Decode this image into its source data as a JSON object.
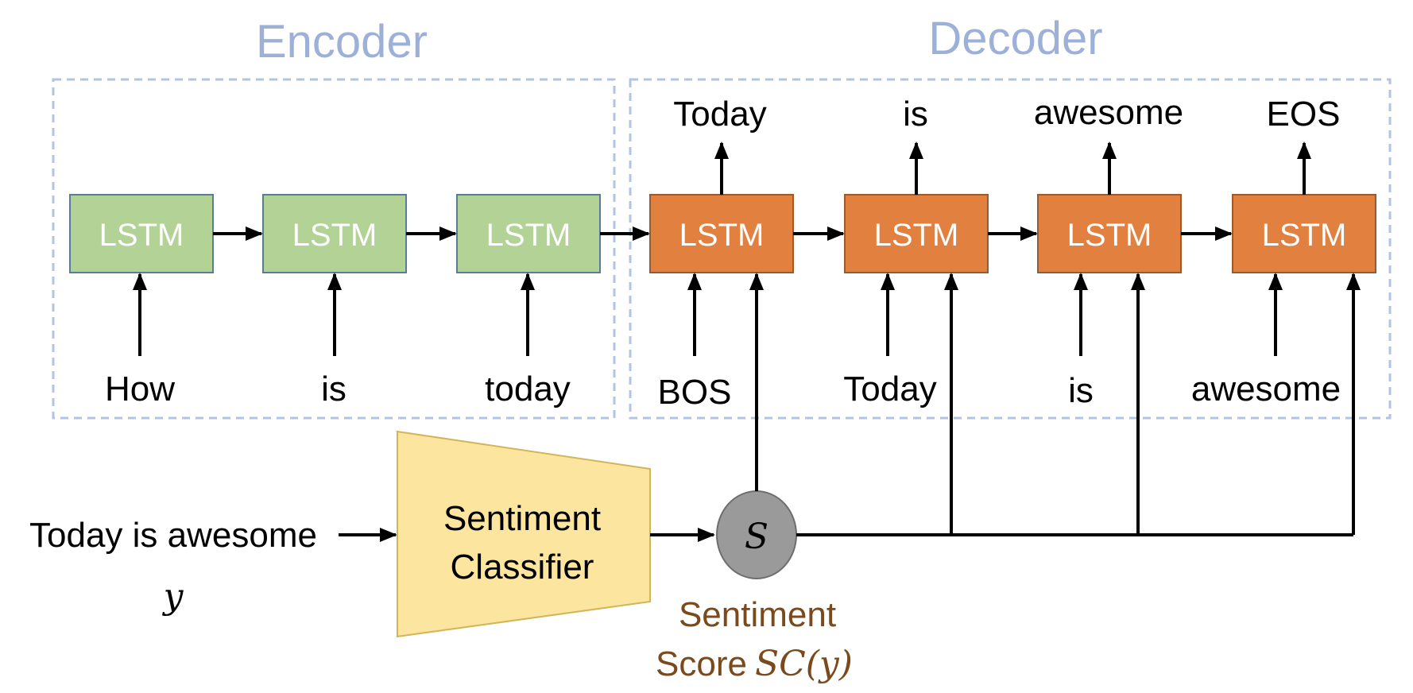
{
  "encoder": {
    "title": "Encoder",
    "cells": [
      "LSTM",
      "LSTM",
      "LSTM"
    ],
    "inputs": [
      "How",
      "is",
      "today"
    ],
    "colors": {
      "fill": "#b2d296",
      "border": "#5a7c9b"
    }
  },
  "decoder": {
    "title": "Decoder",
    "cells": [
      "LSTM",
      "LSTM",
      "LSTM",
      "LSTM"
    ],
    "inputs": [
      "BOS",
      "Today",
      "is",
      "awesome"
    ],
    "outputs": [
      "Today",
      "is",
      "awesome",
      "EOS"
    ],
    "colors": {
      "fill": "#e2813f",
      "border": "#9c5a2c"
    }
  },
  "classifier": {
    "input_text": "Today is awesome",
    "input_var": "y",
    "label_line1": "Sentiment",
    "label_line2": "Classifier",
    "fill_color": "#fbe59f"
  },
  "score_node": {
    "symbol": "S",
    "caption_line1": "Sentiment",
    "caption_line2_text": "Score",
    "caption_line2_math": "SC(y)",
    "fill_color": "#9a9a9a"
  },
  "frame_color": "#b4c3e3",
  "title_color": "#9db1d8"
}
